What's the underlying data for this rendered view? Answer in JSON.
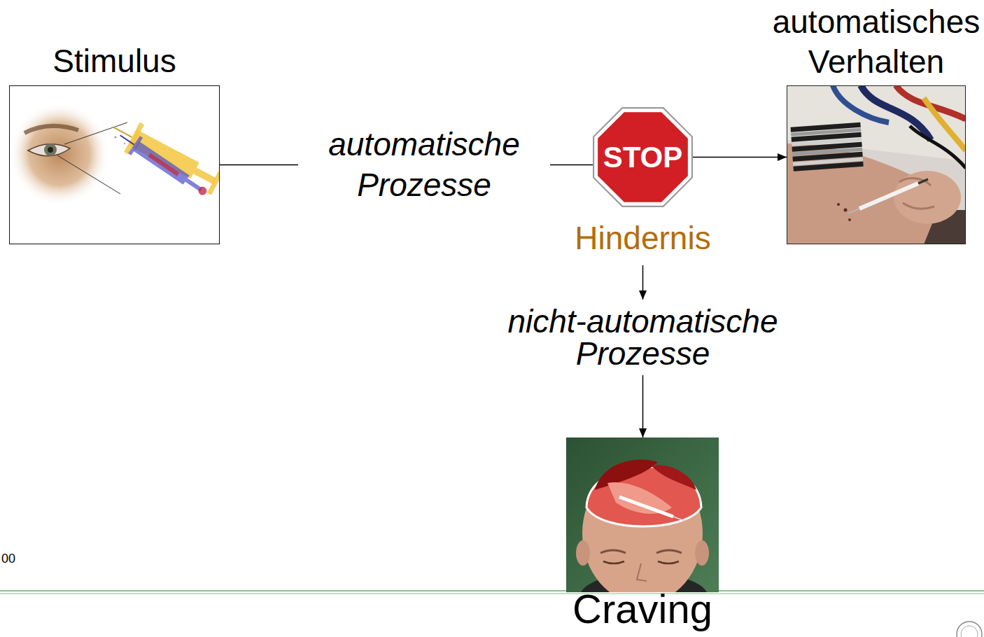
{
  "diagram": {
    "nodes": [
      {
        "text": [
          "Stimulus"
        ]
      },
      {
        "text": [
          "STOP",
          "Hindernis"
        ]
      },
      {
        "text": [
          "automatisches Verhalten"
        ]
      },
      {
        "text": [
          "Craving"
        ]
      }
    ],
    "edges": [
      {
        "from": 0,
        "to": 1,
        "arrow": "none",
        "label": "automatische Prozesse"
      },
      {
        "from": 1,
        "to": 2,
        "arrow": "to"
      },
      {
        "from": 1,
        "to": 3,
        "arrow": "to",
        "label": "nicht-automatische Prozesse"
      }
    ],
    "labels": [
      "00"
    ]
  }
}
